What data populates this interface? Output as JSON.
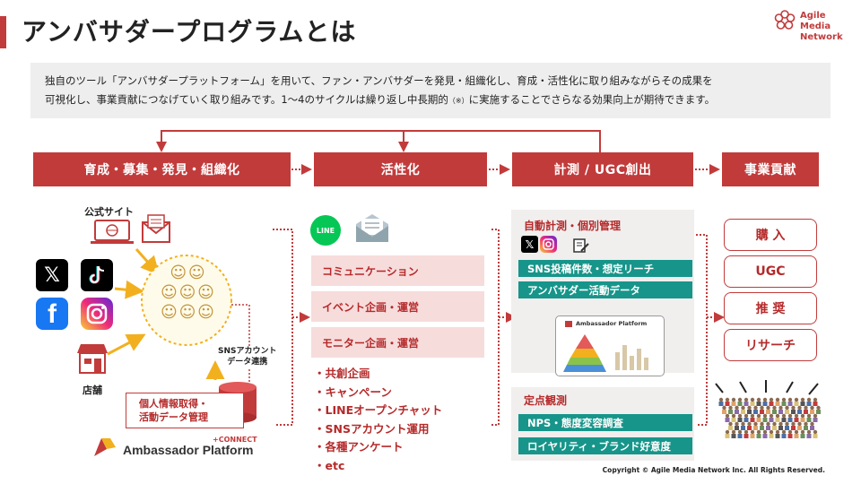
{
  "header": {
    "title": "アンバサダープログラムとは",
    "logo_line1": "Agile Media",
    "logo_line2": "Network"
  },
  "intro": {
    "line1": "独自のツール「アンバサダープラットフォーム」を用いて、ファン・アンバサダーを発見・組織化し、育成・活性化に取り組みながらその成果を",
    "line2_a": "可視化し、事業貢献につなげていく取り組みです。1～4のサイクルは繰り返し中長期的",
    "line2_note": "（※）",
    "line2_b": "に実施することでさらなる効果向上が期待できます。"
  },
  "stages": [
    {
      "label": "育成・募集・発見・組織化"
    },
    {
      "label": "活性化"
    },
    {
      "label": "計測 / UGC創出"
    },
    {
      "label": "事業貢献"
    }
  ],
  "column1": {
    "official_site_label": "公式サイト",
    "store_label": "店舗",
    "sns_link_label_1": "SNSアカウント",
    "sns_link_label_2": "データ連携",
    "data_box_line1": "個人情報取得・",
    "data_box_line2": "活動データ管理",
    "platform_connect": "+CONNECT",
    "platform_name": "Ambassador Platform",
    "line_icon_text": "LINE"
  },
  "column2": {
    "items": [
      {
        "label": "コミュニケーション"
      },
      {
        "label": "イベント企画・運営"
      },
      {
        "label": "モニター企画・運営"
      }
    ],
    "list": [
      "・共創企画",
      "・キャンペーン",
      "・LINEオープンチャット",
      "・SNSアカウント運用",
      "・各種アンケート",
      "・etc"
    ]
  },
  "column3": {
    "panel1_title": "自動計測・個別管理",
    "panel1_bars": [
      "SNS投稿件数・想定リーチ",
      "アンバサダー活動データ"
    ],
    "screen_title": "Ambassador Platform",
    "panel2_title": "定点観測",
    "panel2_bars": [
      "NPS・態度変容調査",
      "ロイヤリティ・ブランド好意度"
    ]
  },
  "column4": {
    "outcomes": [
      "購 入",
      "UGC",
      "推 奨",
      "リサーチ"
    ]
  },
  "footer": {
    "copyright": "Copyright © Agile Media Network Inc. All Rights Reserved."
  },
  "colors": {
    "brand_red": "#c23b3b",
    "teal": "#17958a",
    "pink": "#f7dcdc",
    "gold": "#f2b01e"
  }
}
